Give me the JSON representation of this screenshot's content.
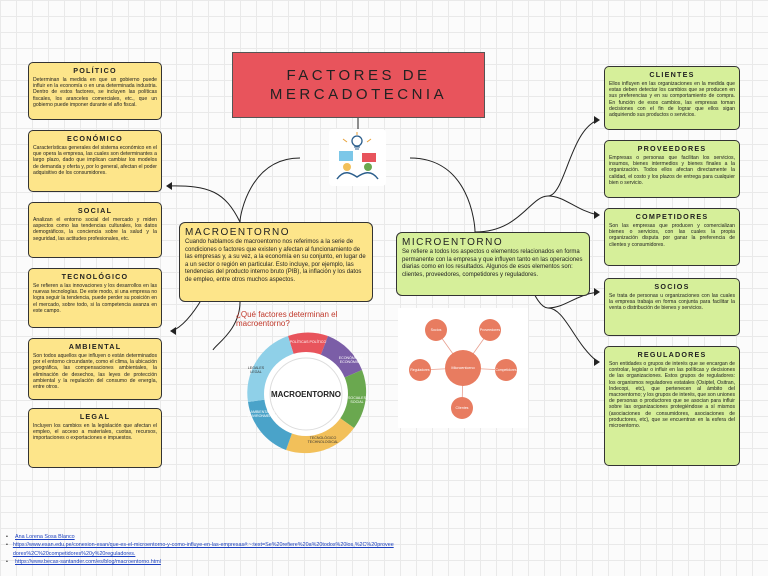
{
  "title": {
    "line1": "FACTORES DE",
    "line2": "MERCADOTECNIA"
  },
  "left_cards": [
    {
      "heading": "POLÍTICO",
      "text": "Determinan la medida en que un gobierno puede influir en la economía o en una determinada industria. Dentro de estos factores, se incluyen las políticas fiscales, los aranceles comerciales, etc., que un gobierno puede imponer durante el año fiscal."
    },
    {
      "heading": "ECONÓMICO",
      "text": "Características generales del sistema económico en el que opera la empresa, las cuales son determinantes a largo plazo, dado que implican cambiar los modelos de demanda y oferta y, por lo general, afectan el poder adquisitivo de los consumidores."
    },
    {
      "heading": "SOCIAL",
      "text": "Analizan el entorno social del mercado y miden aspectos como las tendencias culturales, los datos demográficos, la conciencia sobre la salud y la seguridad, las actitudes profesionales, etc."
    },
    {
      "heading": "TECNOLÓGICO",
      "text": "Se refieren a las innovaciones y los desarrollos en las nuevas tecnologías. De este modo, si una empresa no logra seguir la tendencia, puede perder su posición en el mercado, sobre todo, si la competencia avanza en este campo."
    },
    {
      "heading": "AMBIENTAL",
      "text": "Son todos aquellos que influyen o están determinados por el entorno circundante, como el clima, la ubicación geográfica, las compensaciones ambientales, la eliminación de desechos, las leyes de protección ambiental y la regulación del consumo de energía, entre otros."
    },
    {
      "heading": "LEGAL",
      "text": "Incluyen los cambios en la legislación que afectan el empleo, el acceso a materiales, cuotas, recursos, importaciones o exportaciones e impuestos."
    }
  ],
  "right_cards": [
    {
      "heading": "CLIENTES",
      "text": "Ellos influyen en las organizaciones en la medida que estas deben detectar los cambios que se producen en sus preferencias y en su comportamiento de compra. En función de esos cambios, las empresas toman decisiones con el fin de lograr que ellos sigan adquiriendo sus productos o servicios."
    },
    {
      "heading": "PROVEEDORES",
      "text": "Empresas o personas que facilitan los servicios, insumos, bienes intermedios y bienes finales a la organización. Todos ellos afectan directamente la calidad, el costo y los plazos de entrega para cualquier bien o servicio."
    },
    {
      "heading": "COMPETIDORES",
      "text": "Son las empresas que producen y comercializan bienes o servicios, con las cuales la propia organización disputa por ganar la preferencia de clientes y consumidores."
    },
    {
      "heading": "SOCIOS",
      "text": "Se trata de personas u organizaciones con las cuales la empresa trabaja en forma conjunta para facilitar la venta o distribución de bienes y servicios."
    },
    {
      "heading": "REGULADORES",
      "text": "Son entidades o grupos de interés que se encargan de controlar, legislar o influir en las políticas y decisiones de las organizaciones. Estos grupos de reguladores: los organismos reguladores estatales (Osiptel, Ositran, Indecopi, etc), que pertenecen al ámbito del macroentorno; y los grupos de interés, que son uniones de personas o productores que se asocian para influir sobre las organizaciones protegiéndose a sí mismos (asociaciones de consumidores, asociaciones de productores, etc), que se encuentran en la esfera del microentorno."
    }
  ],
  "macro": {
    "heading": "MACROENTORNO",
    "text": "Cuando hablamos de macroentorno nos referimos a la serie de condiciones o factores que existen y afectan al funcionamiento de las empresas y, a su vez, a la economía en su conjunto, en lugar de a un sector o región en particular. Esto incluye, por ejemplo, las tendencias del producto interno bruto (PIB), la inflación y los datos de empleo, entre otros muchos aspectos."
  },
  "micro": {
    "heading": "MICROENTORNO",
    "text": "Se refiere a todos los aspectos o elementos relacionados en forma permanente con la empresa y que influyen tanto en las operaciones diarias como en los resultados. Algunos de esos elementos son: clientes, proveedores, competidores y reguladores."
  },
  "macro_figure": {
    "question": "¿Qué factores determinan el macroentorno?",
    "center": "MACROENTORNO",
    "segments": [
      "POLÍTICAS POLÍTICO",
      "ECONÓMICAS ECONÓMICO",
      "SOCIALES SOCIAL",
      "TECNOLÓGICO TECHNOLOGICAL",
      "AMBIENTALES ENVIRONMENTAL",
      "LEGALES LEGAL"
    ]
  },
  "micro_figure": {
    "center": "Microentorno",
    "nodes": [
      "Socios",
      "Proveedores",
      "Competidores",
      "Clientes",
      "Reguladores"
    ]
  },
  "references": [
    "Ana Lorena Sosa Blanco",
    "https://www.esan.edu.pe/conexion-esan/que-es-el-microentorno-y-como-influye-en-las-empresas#:~:text=Se%20refiere%20a%20todos%20los,%2C%20proveedores%2C%20competidores%20y%20reguladores.",
    "https://www.becas-santander.com/es/blog/macroentorno.html"
  ],
  "colors": {
    "title": "#e8545c",
    "yellow_card": "#fde58a",
    "green_card": "#d6ef9a",
    "link": "#1a3fbf"
  }
}
